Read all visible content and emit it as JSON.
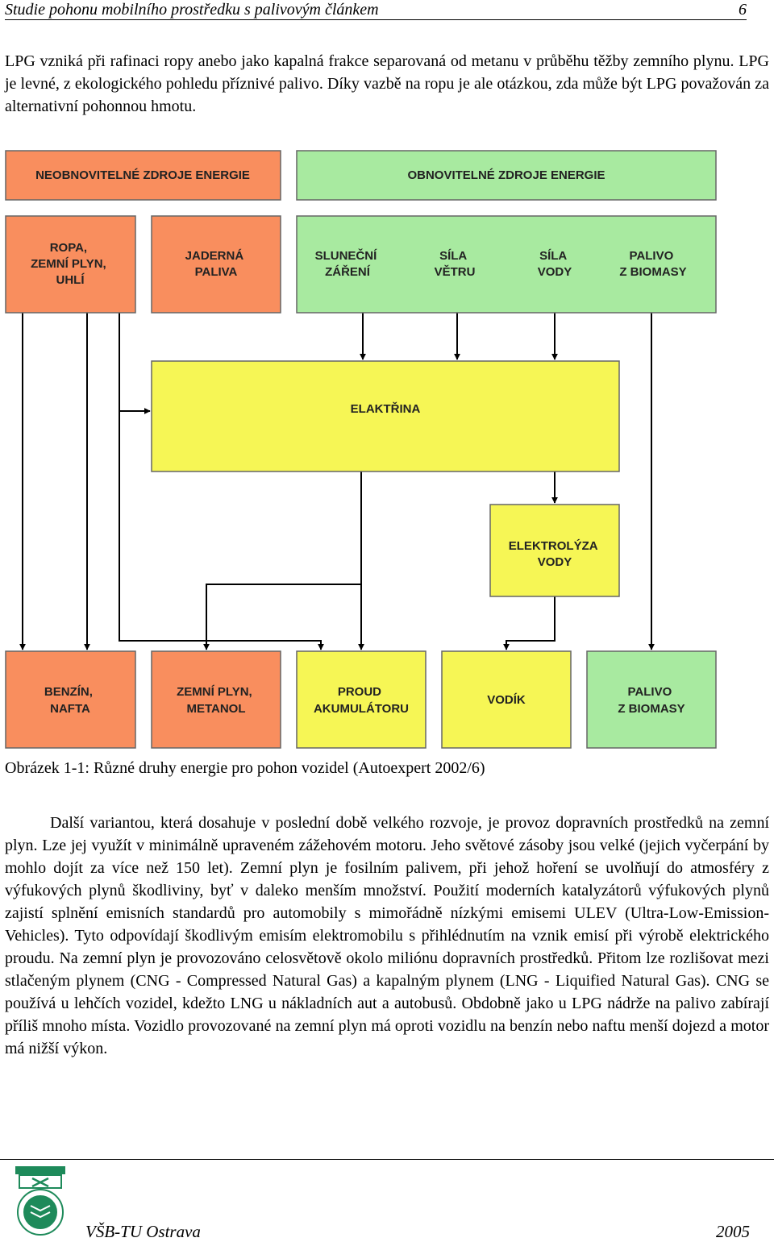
{
  "header": {
    "title": "Studie pohonu mobilního prostředku s palivovým článkem",
    "page_number": "6"
  },
  "intro_paragraph": "LPG vzniká při rafinaci ropy anebo jako kapalná frakce separovaná od metanu v průběhu těžby zemního plynu. LPG je levné, z ekologického pohledu příznivé palivo. Díky vazbě na ropu je ale otázkou, zda může být LPG považován za alternativní pohonnou hmotu.",
  "diagram": {
    "colors": {
      "orange": "#F98E5E",
      "green": "#A8EAA0",
      "yellow": "#F6F655",
      "border": "#666666"
    },
    "categories": {
      "nonrenewable": "NEOBNOVITELNÉ ZDROJE ENERGIE",
      "renewable": "OBNOVITELNÉ ZDROJE ENERGIE"
    },
    "sources": {
      "oil": [
        "ROPA,",
        "ZEMNÍ PLYN,",
        "UHLÍ"
      ],
      "nuclear": [
        "JADERNÁ",
        "PALIVA"
      ],
      "solar": [
        "SLUNEČNÍ",
        "ZÁŘENÍ"
      ],
      "wind": [
        "SÍLA",
        "VĚTRU"
      ],
      "water": [
        "SÍLA",
        "VODY"
      ],
      "biomass": [
        "PALIVO",
        "Z BIOMASY"
      ]
    },
    "electricity": "ELAKTŘINA",
    "electrolysis": [
      "ELEKTROLÝZA",
      "VODY"
    ],
    "outputs": {
      "petrol": [
        "BENZÍN,",
        "NAFTA"
      ],
      "gas": [
        "ZEMNÍ PLYN,",
        "METANOL"
      ],
      "battery": [
        "PROUD",
        "AKUMULÁTORU"
      ],
      "hydrogen": [
        "VODÍK"
      ],
      "biofuel": [
        "PALIVO",
        "Z BIOMASY"
      ]
    }
  },
  "caption": "Obrázek 1-1: Různé druhy energie pro pohon vozidel (Autoexpert 2002/6)",
  "main_paragraph": "Další variantou, která dosahuje v poslední době velkého rozvoje, je provoz dopravních prostředků na zemní plyn. Lze jej využít v minimálně upraveném zážehovém motoru. Jeho světové zásoby jsou velké (jejich vyčerpání by mohlo dojít za více než 150 let). Zemní plyn je fosilním palivem, při jehož hoření se uvolňují do atmosféry z výfukových plynů škodliviny, byť v daleko menším množství. Použití moderních katalyzátorů výfukových plynů zajistí splnění emisních standardů pro automobily s mimořádně nízkými emisemi ULEV (Ultra-Low-Emission-Vehicles). Tyto odpovídají škodlivým emisím elektromobilu s přihlédnutím na vznik emisí při výrobě elektrického proudu. Na zemní plyn je provozováno celosvětově okolo miliónu dopravních prostředků. Přitom lze rozlišovat mezi stlačeným plynem (CNG - Compressed Natural Gas) a kapalným plynem (LNG - Liquified Natural Gas). CNG se používá u lehčích vozidel, kdežto LNG u nákladních aut a autobusů. Obdobně jako u LPG nádrže na palivo zabírají příliš mnoho místa. Vozidlo provozované na zemní plyn má oproti vozidlu na benzín nebo naftu menší dojezd a motor má nižší výkon.",
  "footer": {
    "institution": "VŠB-TU Ostrava",
    "year": "2005",
    "logo_color": "#1E8A5A"
  }
}
